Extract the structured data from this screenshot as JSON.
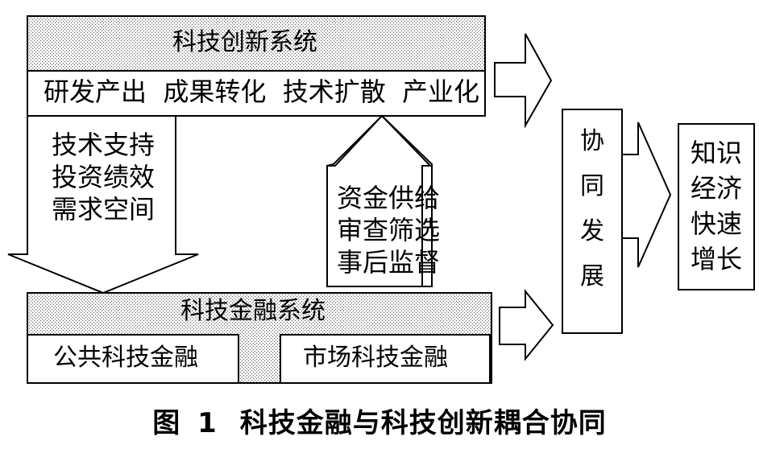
{
  "innovation_system": {
    "title": "科技创新系统",
    "content": "研发产出  成果转化  技术扩散  产业化"
  },
  "finance_system": {
    "title": "科技金融系统",
    "public": "公共科技金融",
    "market": "市场科技金融"
  },
  "arrow_down_left": {
    "lines": [
      "技术支持",
      "投资绩效",
      "需求空间"
    ]
  },
  "arrow_up_middle": {
    "lines": [
      "资金供给",
      "审查筛选",
      "事后监督"
    ]
  },
  "synergy": {
    "chars": [
      "协",
      "同",
      "发",
      "展"
    ]
  },
  "result": {
    "lines": [
      "知识",
      "经济",
      "快速",
      "增长"
    ]
  },
  "caption": {
    "figure_label": "图",
    "figure_number": "1",
    "title": "科技金融与科技创新耦合协同"
  }
}
